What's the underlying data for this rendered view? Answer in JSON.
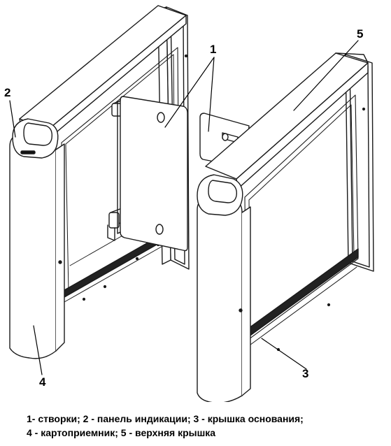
{
  "callouts": {
    "c1": "1",
    "c2": "2",
    "c3": "3",
    "c4": "4",
    "c5": "5"
  },
  "legend": {
    "line1": "1- створки; 2 - панель индикации; 3 - крышка основания;",
    "line2": "4 - картоприемник; 5 - верхняя крышка"
  },
  "colors": {
    "stroke": "#1a1a1a",
    "fill": "#ffffff"
  }
}
